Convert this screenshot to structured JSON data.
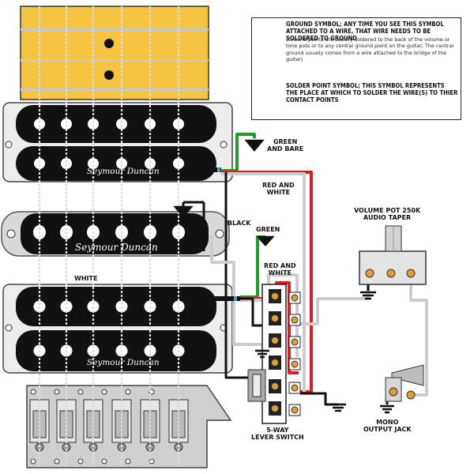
{
  "legend": {
    "ground_heading": "GROUND SYMBOL; ANY TIME YOU SEE THIS SYMBOL ATTACHED TO A WIRE, THAT WIRE NEEDS TO BE SOLDERED TO GROUND",
    "ground_body": "(Ground points are usually soldered to the back of the volume or tone pots or to any central ground point on the guitar; The central ground usually comes from a wire attached to the bridge of the guitar)",
    "solder_heading": "SOLDER POINT SYMBOL; THIS SYMBOL REPRESENTS THE PLACE AT WHICH TO SOLDER THE WIRE(S) TO THIER CONTACT POINTS"
  },
  "labels": {
    "green_and_bare": "GREEN\nAND BARE",
    "red_and_white_top": "RED AND\nWHITE",
    "black": "BLACK",
    "green": "GREEN",
    "red_and_white_mid": "RED AND\nWHITE",
    "white": "WHITE",
    "volume_pot": "VOLUME POT 250K\nAUDIO TAPER",
    "output_jack": "MONO\nOUTPUT JACK",
    "lever_switch": "5-WAY\nLEVER SWITCH"
  },
  "pickups": {
    "neck": "Seymour Duncan",
    "middle": "Seymour Duncan",
    "bridge": "Seymour Duncan"
  },
  "colors": {
    "fretboard": "#f5c542",
    "pickup_body": "#111111",
    "pickup_mount": "#c8c8c8",
    "wire_green": "#1f9d2a",
    "wire_red": "#d82020",
    "wire_white": "#cccccc",
    "wire_black": "#111111",
    "solder_point": "#e0a030"
  }
}
